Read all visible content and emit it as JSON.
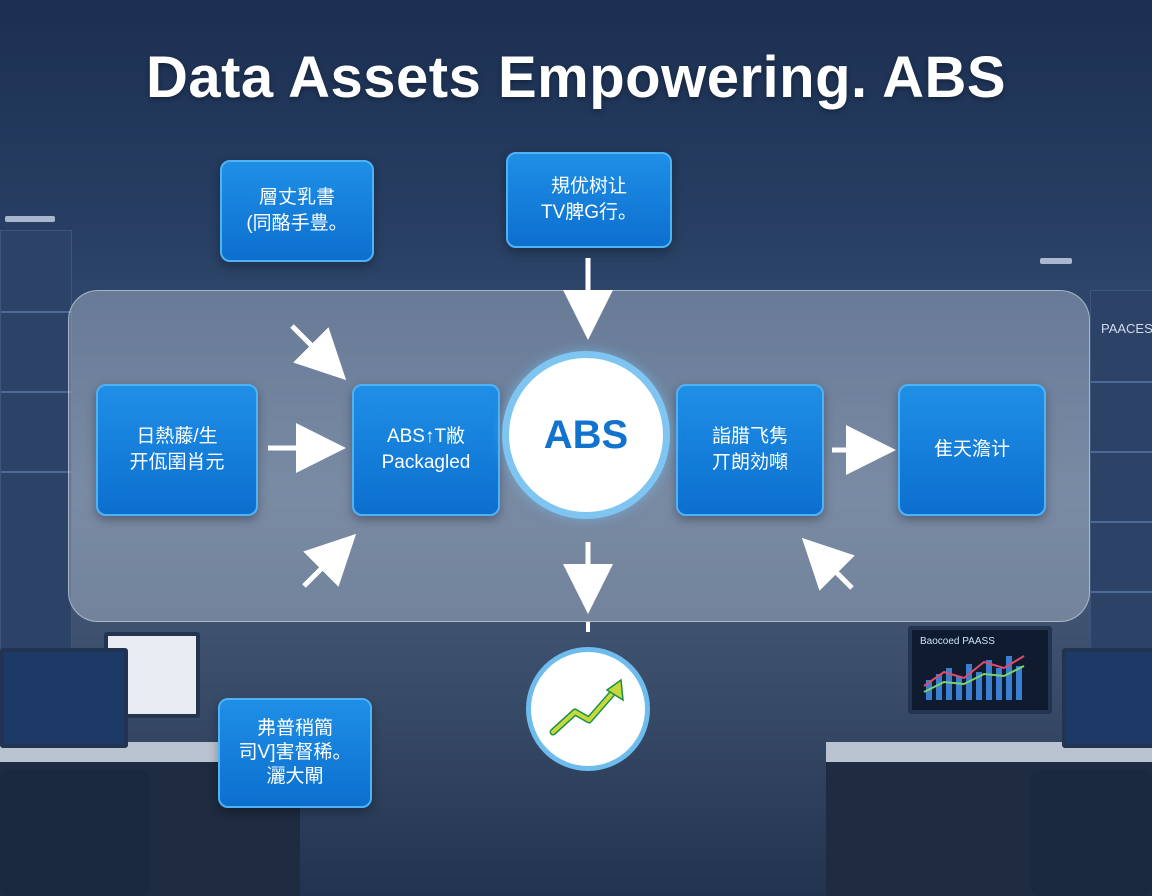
{
  "title": "Data Assets Empowering. ABS",
  "colors": {
    "box": "#127ad8",
    "box_border": "#4fb2f5",
    "accent": "#1273cf",
    "growth_line": "#c7d93a"
  },
  "boxes": {
    "top_left": {
      "line1": "層丈乳書",
      "line2": "(同酪手豊。"
    },
    "top_center": {
      "line1": "規优树让",
      "line2": "TV脾G行。"
    },
    "left": {
      "line1": "日熱藤/生",
      "line2": "开佤圉肖元"
    },
    "packaged": {
      "line1": "ABS↑T敝",
      "line2": "Packagled"
    },
    "right_mid": {
      "line1": "詣腊飞隽",
      "line2": "丌朗効噸"
    },
    "far_right": {
      "line1": "隹天澹计"
    },
    "bottom_left": {
      "line1": "弗普稍簡",
      "line2": "司V]害督稀。",
      "line3": "灑大閘"
    }
  },
  "center_label": "ABS",
  "growth_icon": "trend-up-icon",
  "background": {
    "shelf_sign": "PAACES",
    "monitor_title": "Baocoed PAASS"
  }
}
